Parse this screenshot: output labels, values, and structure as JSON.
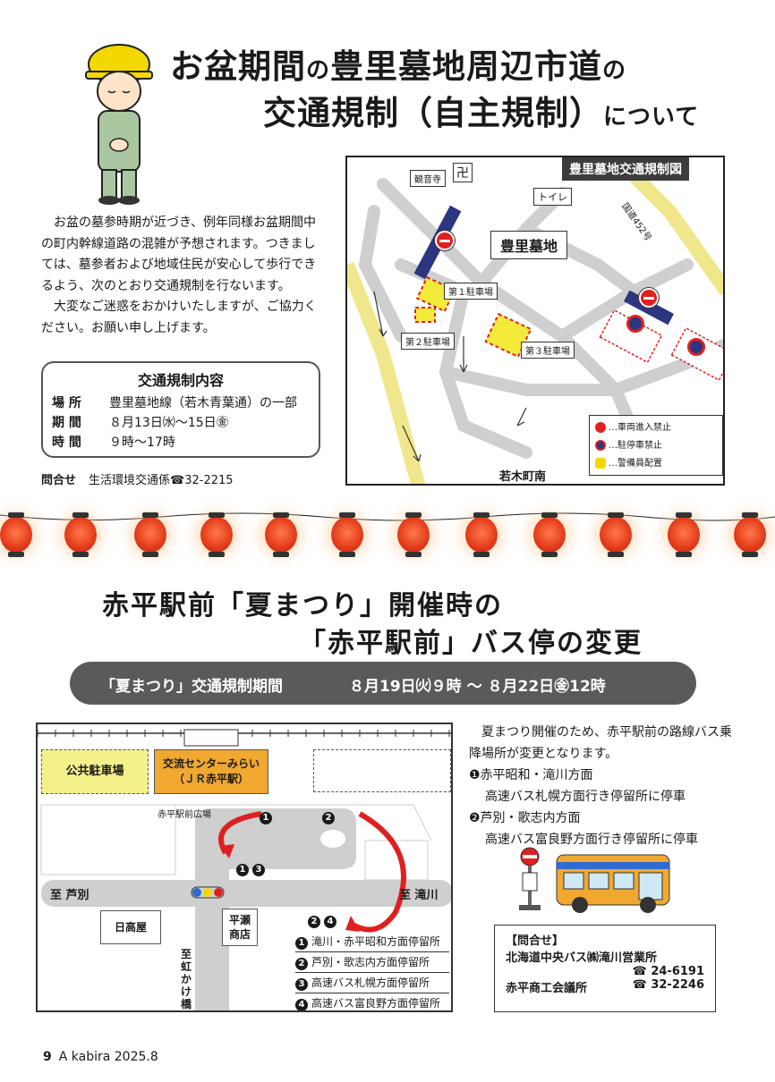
{
  "section1": {
    "title_line1_a": "お盆期間",
    "title_line1_b": "の",
    "title_line1_c": "豊里墓地周辺市道",
    "title_line1_d": "の",
    "title_line2_a": "交通規制（自主規制）",
    "title_line2_b": "について",
    "paragraph1": "お盆の墓参時期が近づき、例年同様お盆期間中の町内幹線道路の混雑が予想されます。つきましては、墓参者および地域住民が安心して歩行できるよう、次のとおり交通規制を行ないます。",
    "paragraph2": "大変なご迷惑をおかけいたしますが、ご協力ください。お願い申し上げます。",
    "rules": {
      "heading": "交通規制内容",
      "place_label": "場 所",
      "place_value": "豊里墓地線（若木青葉通）の一部",
      "period_label": "期 間",
      "period_value": "８月13日㈬〜15日㊎",
      "time_label": "時 間",
      "time_value": "９時〜17時"
    },
    "contact_label": "問合せ",
    "contact_value": "生活環境交通係☎32-2215",
    "map": {
      "caption": "豊里墓地交通規制図",
      "temple": "観音寺",
      "toilet": "トイレ",
      "cemetery": "豊里墓地",
      "route": "国道452号",
      "parking1": "第１駐車場",
      "parking2": "第２駐車場",
      "parking3": "第３駐車場",
      "area": "若木町南",
      "legend1": "…車両進入禁止",
      "legend2": "…駐停車禁止",
      "legend3": "…警備員配置"
    }
  },
  "section2": {
    "title_line1": "赤平駅前「夏まつり」開催時の",
    "title_line2": "「赤平駅前」バス停の変更",
    "band_label": "「夏まつり」交通規制期間",
    "band_period": "８月19日㈫９時 〜 ８月22日㊎12時",
    "paragraph": "夏まつり開催のため、赤平駅前の路線バス乗降場所が変更となります。",
    "item1_head": "❶赤平昭和・滝川方面",
    "item1_body": "高速バス札幌方面行き停留所に停車",
    "item2_head": "❷芦別・歌志内方面",
    "item2_body": "高速バス富良野方面行き停留所に停車",
    "contact_label": "【問合せ】",
    "contact_org1": "北海道中央バス㈱滝川営業所",
    "contact_tel1": "☎ 24-6191",
    "contact_org2": "赤平商工会議所",
    "contact_tel2": "☎ 32-2246",
    "map": {
      "parking": "公共駐車場",
      "center": "交流センターみらい",
      "center_sub": "（ＪＲ赤平駅）",
      "plaza": "赤平駅前広場",
      "to_ashibetsu": "至 芦別",
      "to_takikawa": "至 滝川",
      "hidaka": "日高屋",
      "hirase": "平瀬",
      "hirase2": "商店",
      "to_nijikake": "至虹かけ橋",
      "stops": [
        {
          "num": "1",
          "label": "滝川・赤平昭和方面停留所"
        },
        {
          "num": "2",
          "label": "芦別・歌志内方面停留所"
        },
        {
          "num": "3",
          "label": "高速バス札幌方面停留所"
        },
        {
          "num": "4",
          "label": "高速バス富良野方面停留所"
        }
      ]
    }
  },
  "footer": {
    "page": "9",
    "mag": "A kabira 2025.8"
  }
}
